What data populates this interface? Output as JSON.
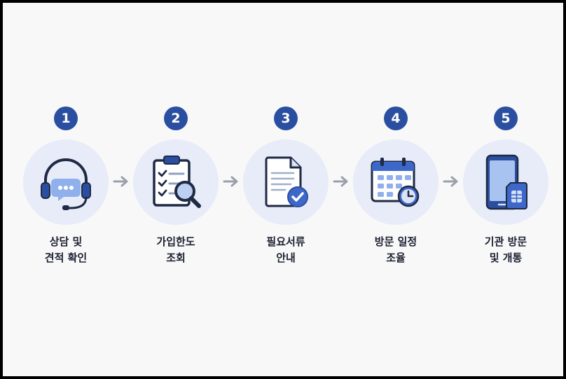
{
  "steps": [
    {
      "number": "1",
      "icon": "headset-chat-icon",
      "label_line1": "상담 및",
      "label_line2": "견적 확인"
    },
    {
      "number": "2",
      "icon": "clipboard-search-icon",
      "label_line1": "가입한도",
      "label_line2": "조회"
    },
    {
      "number": "3",
      "icon": "document-check-icon",
      "label_line1": "필요서류",
      "label_line2": "안내"
    },
    {
      "number": "4",
      "icon": "calendar-clock-icon",
      "label_line1": "방문 일정",
      "label_line2": "조율"
    },
    {
      "number": "5",
      "icon": "phone-sim-icon",
      "label_line1": "기관 방문",
      "label_line2": "및 개통"
    }
  ],
  "colors": {
    "badge": "#2b4fa0",
    "circle_bg": "#e7ecf8",
    "icon_dark": "#1f2a44",
    "icon_accent": "#3d68c9",
    "arrow": "#9aa0aa",
    "background": "#f8f8f9"
  }
}
